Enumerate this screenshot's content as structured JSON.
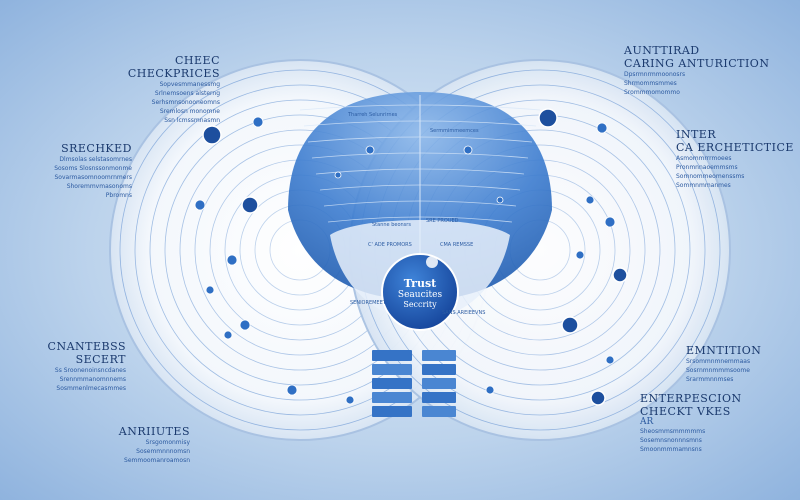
{
  "center": {
    "line1": "Trust",
    "line2": "Seaucites",
    "line3": "Seccrity"
  },
  "labels": {
    "top_left": {
      "head": "CHEEC CHECKPRICES",
      "sub": [
        "Sopvesmmanessmg",
        "Srlnemsoens alsterng",
        "Serhsmnsonooneomns",
        "Sremlosn monomne",
        "Ssn lcmssmnasmn"
      ]
    },
    "mid_left": {
      "head": "SRECHKED",
      "sub": [
        "Dlmsolas selstasomrnes",
        "Sosoms Slosnssonmonme",
        "Sovarmasomnoomrnmers",
        "Shoremmvmasonoms",
        "Pbromns"
      ]
    },
    "low_left": {
      "head": "CNANTEBSS SECERT",
      "sub": [
        "Ss Sroonenoinsncdanes",
        "Srennmmanomnnems",
        "Sosmmenlmecasmmes"
      ]
    },
    "bottom_left": {
      "head": "ANRIIUTES",
      "sub": [
        "Srsgomonmisy",
        "Sosemmnnnomsn",
        "Semmoomanroamosn"
      ]
    },
    "top_right": {
      "head": "AUNTTIRAD",
      "head2": "CARING ANTURICTION",
      "sub": [
        "Dpsrmnrmmoonosrs",
        "Shrmommsmmes",
        "Srommmomommo"
      ]
    },
    "mid_right": {
      "head": "INTER",
      "head2": "CA ERCHETICTICE",
      "sub": [
        "Asmommrrrmoees",
        "Pronmnnaoemmsms",
        "Somnommeomenssms",
        "Sommnmmanmes"
      ]
    },
    "low_right": {
      "head": "EMNTITION",
      "sub": [
        "Srsommnmnemmaas",
        "Sosrnmnmmmsoome",
        "Srarmmnnmses"
      ]
    },
    "bottom_right": {
      "head": "ENTERPESCION",
      "head2": "CHECKT VKES",
      "sub": [
        "Sheosmmsmmmmms",
        "Sosemnsnonnnsmns",
        "Smoonmmmamnsns"
      ],
      "prefix": "AR"
    }
  },
  "inner_texts": [
    "Tharreh Selunrirnes",
    "Sermmimmeemces",
    "Stanne beonsrs",
    "SRE PROUED",
    "C' ADE PROMORS",
    "CMA REMSSE",
    "SENIOREMEET",
    "SANS AREIEEVNS"
  ],
  "colors": {
    "accent": "#2f6fc4",
    "deep": "#1d4f9e",
    "ring": "#7aa2d8",
    "text": "#1d3f78"
  }
}
